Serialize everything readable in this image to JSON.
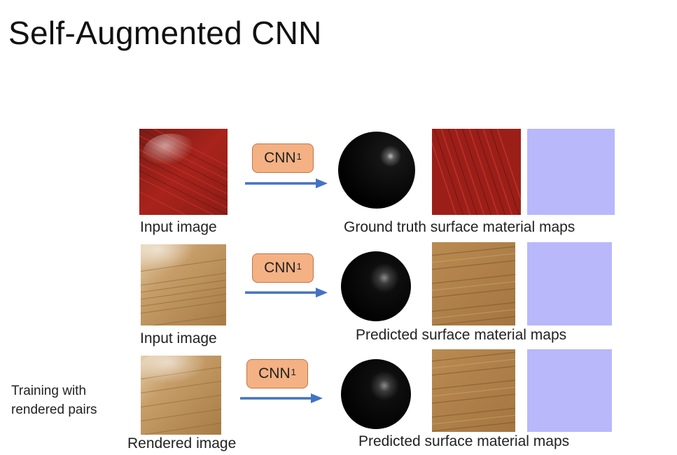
{
  "slide": {
    "title": "Self-Augmented CNN",
    "side_note_lines": [
      "Training with",
      "rendered pairs"
    ]
  },
  "rows": [
    {
      "input_caption": "Input image",
      "cnn_label": "CNN",
      "cnn_superscript": "1",
      "maps_caption": "Ground truth surface material maps",
      "input_texture": "red-wood",
      "albedo_texture": "red-wood",
      "normal_color": "#b8b8fb"
    },
    {
      "input_caption": "Input image",
      "cnn_label": "CNN",
      "cnn_superscript": "1",
      "maps_caption": "Predicted surface material maps",
      "input_texture": "light-wood",
      "albedo_texture": "light-wood",
      "normal_color": "#b8b8fb"
    },
    {
      "input_caption": "Rendered image",
      "cnn_label": "CNN",
      "cnn_superscript": "1",
      "maps_caption": "Predicted surface material maps",
      "input_texture": "light-wood",
      "albedo_texture": "light-wood",
      "normal_color": "#b8b8fb"
    }
  ],
  "colors": {
    "arrow": "#4472c4",
    "cnn_box": "#f4b183",
    "cnn_border": "#c0764b",
    "normal_map": "#b8b8fb"
  }
}
